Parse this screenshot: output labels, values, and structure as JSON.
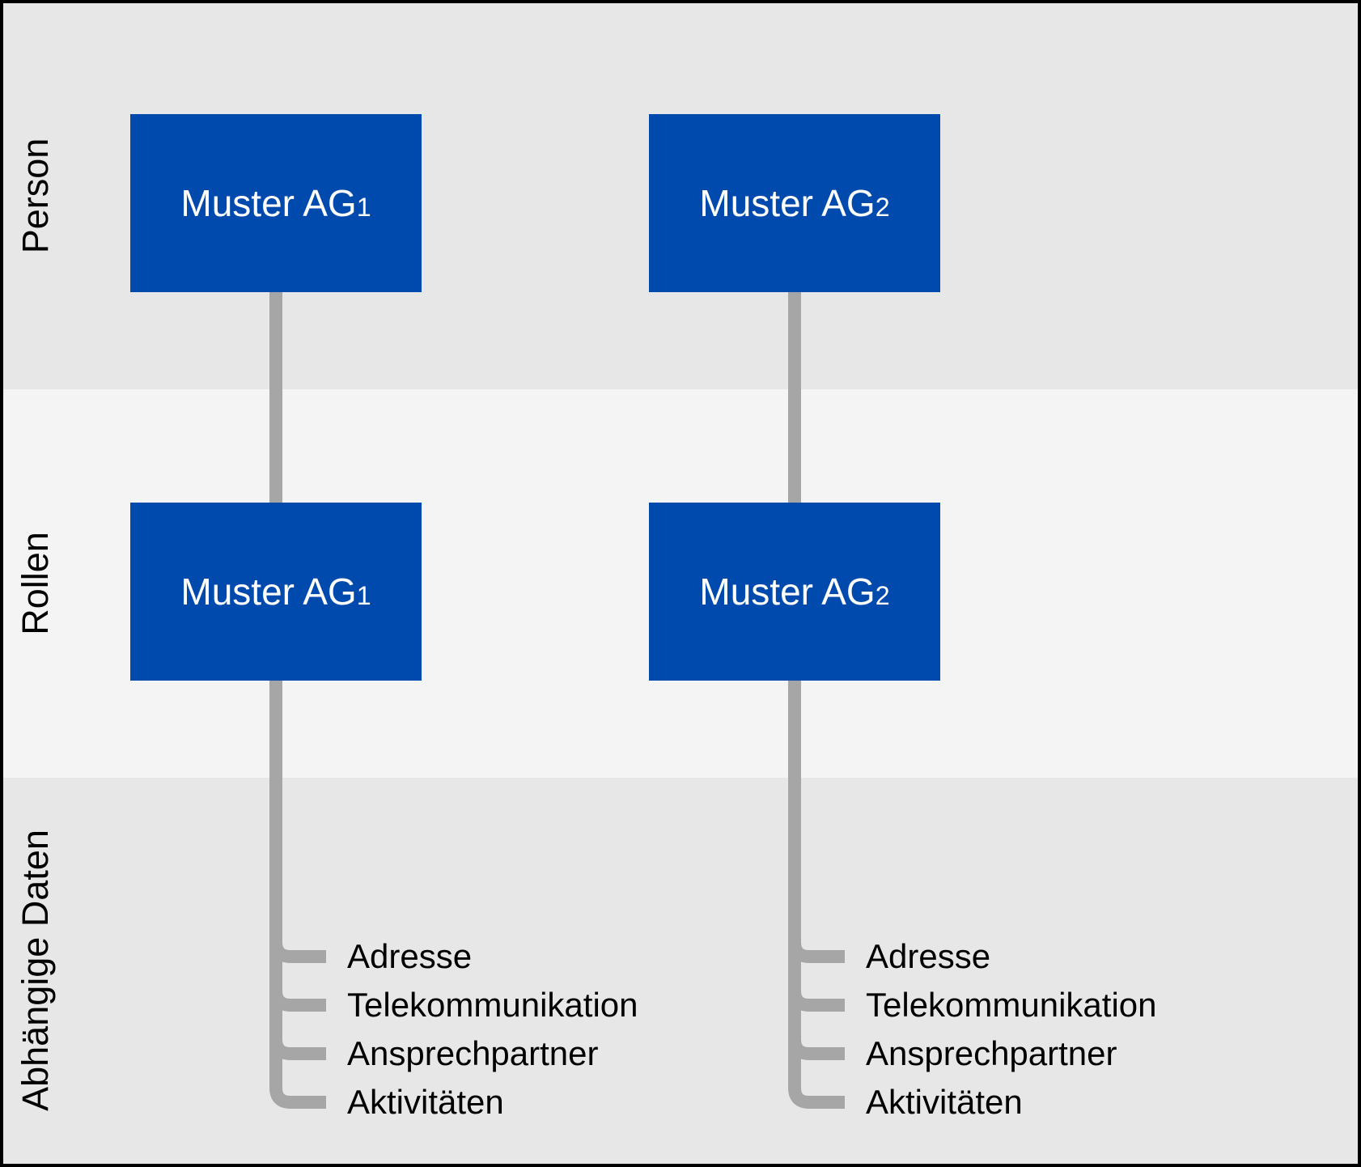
{
  "bands": [
    {
      "label": "Person"
    },
    {
      "label": "Rollen"
    },
    {
      "label": "Abhängige Daten"
    }
  ],
  "columns": [
    {
      "box_label": "Muster AG",
      "box_sub": "1",
      "items": [
        "Adresse",
        "Telekommunikation",
        "Ansprechpartner",
        "Aktivitäten"
      ]
    },
    {
      "box_label": "Muster AG",
      "box_sub": "2",
      "items": [
        "Adresse",
        "Telekommunikation",
        "Ansprechpartner",
        "Aktivitäten"
      ]
    }
  ],
  "colors": {
    "box_blue": "#004aad",
    "line_gray": "#a6a6a6",
    "band_dark": "#e7e7e7",
    "band_light": "#f4f4f4",
    "border_black": "#000000",
    "box_text": "#ffffff",
    "label_text": "#000000"
  }
}
